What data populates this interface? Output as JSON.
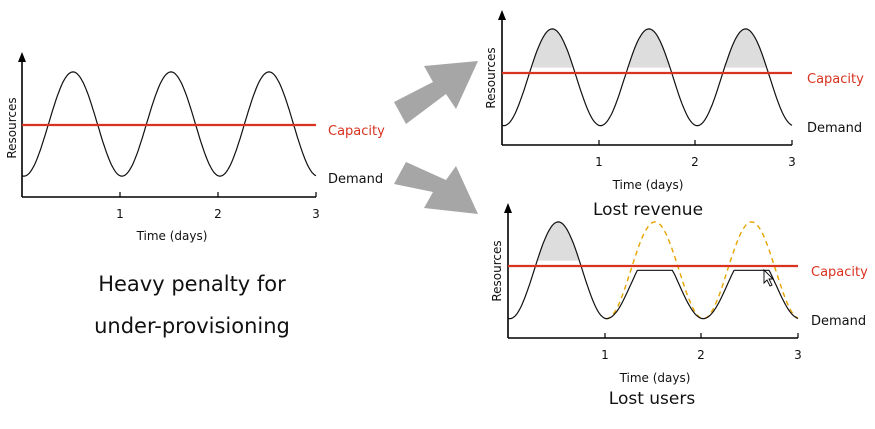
{
  "colors": {
    "capacity": "#d9321f",
    "demand": "#111111",
    "loss_fill": "#dddddd",
    "dashed_demand": "#e8a400",
    "arrow": "#a6a6a6"
  },
  "left_note": {
    "line1": "Heavy penalty for",
    "line2": "under-provisioning"
  },
  "arrows": [
    "to-lost-revenue",
    "to-lost-users"
  ],
  "charts": [
    {
      "id": "main",
      "ylabel": "Resources",
      "xlabel": "Time (days)",
      "ticks": [
        "1",
        "2",
        "3"
      ],
      "capacity_label": "Capacity",
      "demand_label": "Demand",
      "caption": "",
      "capacity_level": 0.6,
      "demand": {
        "period_days": 1,
        "min": 0.15,
        "max": 0.9
      },
      "show_loss": false,
      "clip_demand": false
    },
    {
      "id": "lost-revenue",
      "ylabel": "Resources",
      "xlabel": "Time (days)",
      "ticks": [
        "1",
        "2",
        "3"
      ],
      "capacity_label": "Capacity",
      "demand_label": "Demand",
      "caption": "Lost revenue",
      "capacity_level": 0.6,
      "demand": {
        "period_days": 1,
        "min": 0.15,
        "max": 0.9
      },
      "show_loss": true,
      "clip_demand": false
    },
    {
      "id": "lost-users",
      "ylabel": "Resources",
      "xlabel": "Time (days)",
      "ticks": [
        "1",
        "2",
        "3"
      ],
      "capacity_label": "Capacity",
      "demand_label": "Demand",
      "caption": "Lost users",
      "capacity_level": 0.6,
      "demand": {
        "period_days": 1,
        "min": 0.15,
        "max": 0.9
      },
      "show_loss": true,
      "clip_demand": true
    }
  ]
}
